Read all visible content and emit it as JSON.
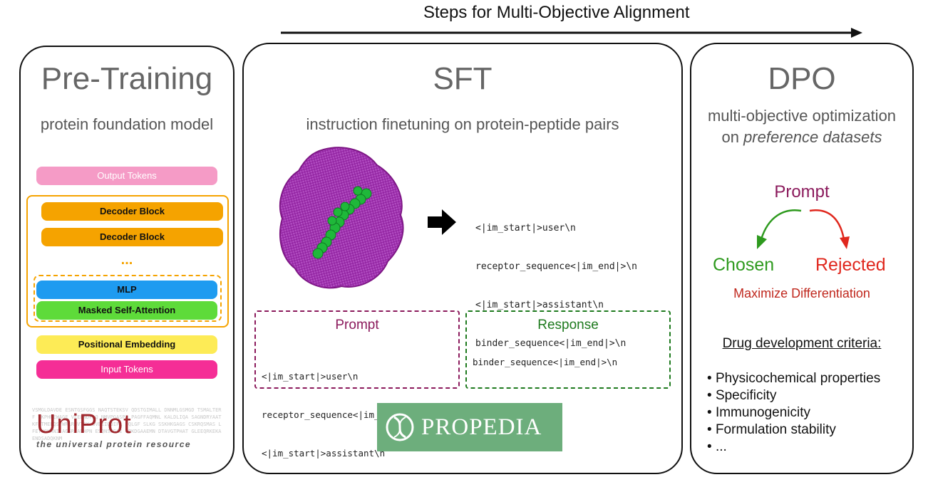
{
  "header": {
    "title": "Steps for Multi-Objective Alignment"
  },
  "pretraining": {
    "title": "Pre-Training",
    "subtitle": "protein foundation model",
    "blocks": {
      "output": "Output Tokens",
      "decoder1": "Decoder Block",
      "decoder2": "Decoder Block",
      "ellipsis": "...",
      "mlp": "MLP",
      "attention": "Masked Self-Attention",
      "positional": "Positional Embedding",
      "input": "Input Tokens"
    },
    "logo": {
      "name": "UniProt",
      "tagline": "the universal protein resource",
      "background_text": "VSMGLDAVDE ESNTGSFGGS NAQTSTEKSV QDSTGIMALL DNNMLGSMGD TSMALTERF TKPHREWAGE VEELNDFLQ NMVPGASPL PAGFFAQMNL KALDLIQA SAGNDRYAAT KFKTMELQS WRLRNVTGY SVEEIQDIFL DQLGF SLKG SSKHKGAGS CSKRQSMAS LFETVGKANI AGSRFAPHPN ESQNSFGAE QPKDGAAEMN DTAVGTPHAT GLEEQRKEKA ENDSADQKNM"
    },
    "colors": {
      "output": "#F59BC6",
      "decoder": "#F5A300",
      "mlp": "#1E9BF0",
      "attention": "#5EDB3A",
      "positional": "#FDEB56",
      "input": "#F52E96",
      "group_border": "#F5A300"
    }
  },
  "sft": {
    "title": "SFT",
    "subtitle": "instruction finetuning on protein-peptide pairs",
    "template_lines": [
      "<|im_start|>user\\n",
      "receptor_sequence<|im_end|>\\n",
      "<|im_start|>assistant\\n",
      "binder_sequence<|im_end|>\\n"
    ],
    "prompt": {
      "label": "Prompt",
      "lines": [
        "<|im_start|>user\\n",
        "receptor_sequence<|im_end|>\\n",
        "<|im_start|>assistant\\n"
      ],
      "color": "#8B1A5C"
    },
    "response": {
      "label": "Response",
      "lines": [
        "binder_sequence<|im_end|>\\n"
      ],
      "color": "#1E7A1E"
    },
    "propedia": {
      "name": "PROPEDIA",
      "bg_color": "#6DAE7C"
    }
  },
  "dpo": {
    "title": "DPO",
    "subtitle_line1": "multi-objective optimization",
    "subtitle_prefix": "on ",
    "subtitle_italic": "preference datasets",
    "prompt_label": "Prompt",
    "chosen_label": "Chosen",
    "rejected_label": "Rejected",
    "objective": "Maximize Differentiation",
    "criteria_title": "Drug development criteria:",
    "criteria": [
      "Physicochemical properties",
      "Specificity",
      "Immunogenicity",
      "Formulation stability",
      "..."
    ],
    "colors": {
      "prompt": "#8B1A5C",
      "chosen": "#2E9A1E",
      "rejected": "#E0281E",
      "objective": "#C0281E"
    }
  }
}
